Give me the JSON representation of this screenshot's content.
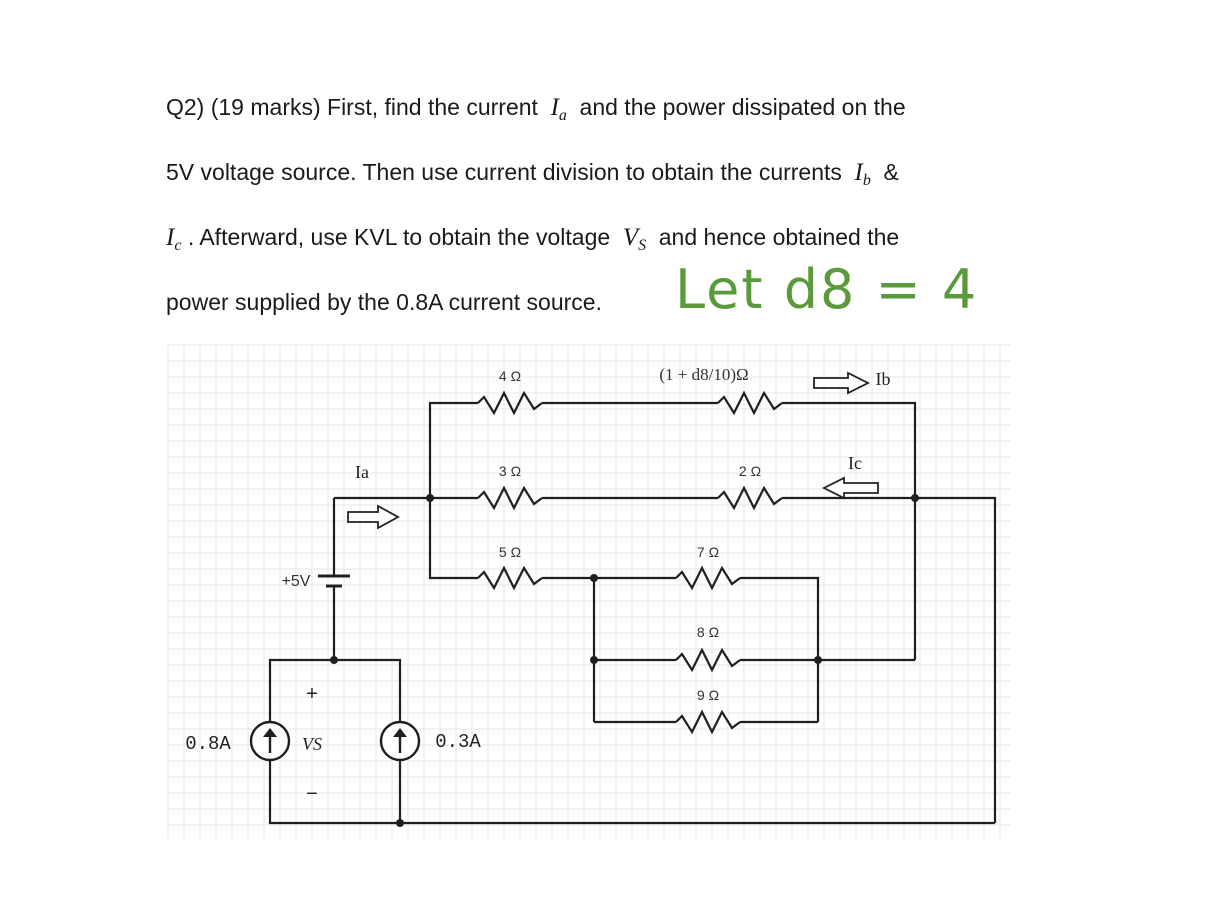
{
  "question": {
    "line1_a": "Q2) (19 marks) First, find the current",
    "line1_var": "I",
    "line1_sub": "a",
    "line1_b": "and the power dissipated on the",
    "line2_a": "5V voltage source. Then use current division to obtain the currents",
    "line2_var": "I",
    "line2_sub": "b",
    "line2_b": "&",
    "line3_var": "I",
    "line3_sub": "c",
    "line3_a": ". Afterward, use KVL to obtain the voltage",
    "line3_var2": "V",
    "line3_sub2": "S",
    "line3_b": "and hence obtained the",
    "line4_a": "power supplied by the 0.8A current source."
  },
  "handwriting": "Let d8 = 4",
  "circuit": {
    "r_4": "4 Ω",
    "r_var": "(1 + d8/10)Ω",
    "r_3": "3 Ω",
    "r_2": "2 Ω",
    "r_5": "5 Ω",
    "r_7": "7 Ω",
    "r_8": "8 Ω",
    "r_9": "9 Ω",
    "ia": "Ia",
    "ib": "Ib",
    "ic": "Ic",
    "vsrc": "+5V",
    "plus": "+",
    "minus": "−",
    "vs": "VS",
    "src_08": "0.8A",
    "src_03": "0.3A"
  }
}
